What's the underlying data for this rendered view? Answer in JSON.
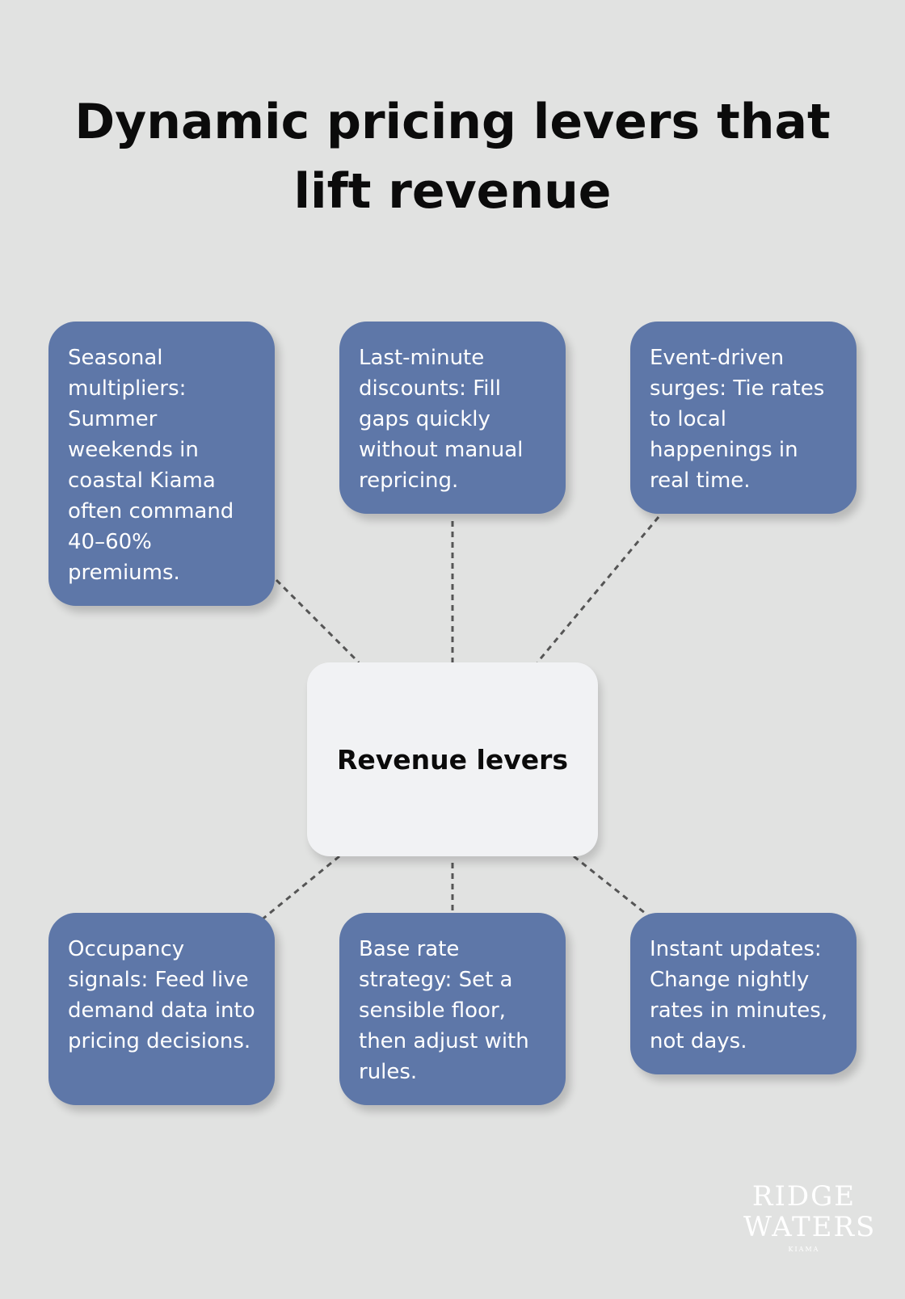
{
  "title": "Dynamic pricing levers that lift revenue",
  "center": {
    "label": "Revenue levers"
  },
  "cards": [
    {
      "text": "Seasonal multipliers: Summer weekends in coastal Kiama often command 40–60% premiums."
    },
    {
      "text": "Last-minute discounts: Fill gaps quickly without manual repricing."
    },
    {
      "text": "Event-driven surges: Tie rates to local happenings in real time."
    },
    {
      "text": "Occupancy signals: Feed live demand data into pricing decisions."
    },
    {
      "text": "Base rate strategy: Set a sensible floor, then adjust with rules."
    },
    {
      "text": "Instant updates: Change nightly rates in minutes, not days."
    }
  ],
  "logo": {
    "line1": "RIDGE",
    "line2": "WATERS",
    "line3": "KIAMA"
  },
  "colors": {
    "background": "#e1e2e1",
    "card": "#5e77a8",
    "center": "#f1f2f4",
    "connector": "#555555"
  }
}
